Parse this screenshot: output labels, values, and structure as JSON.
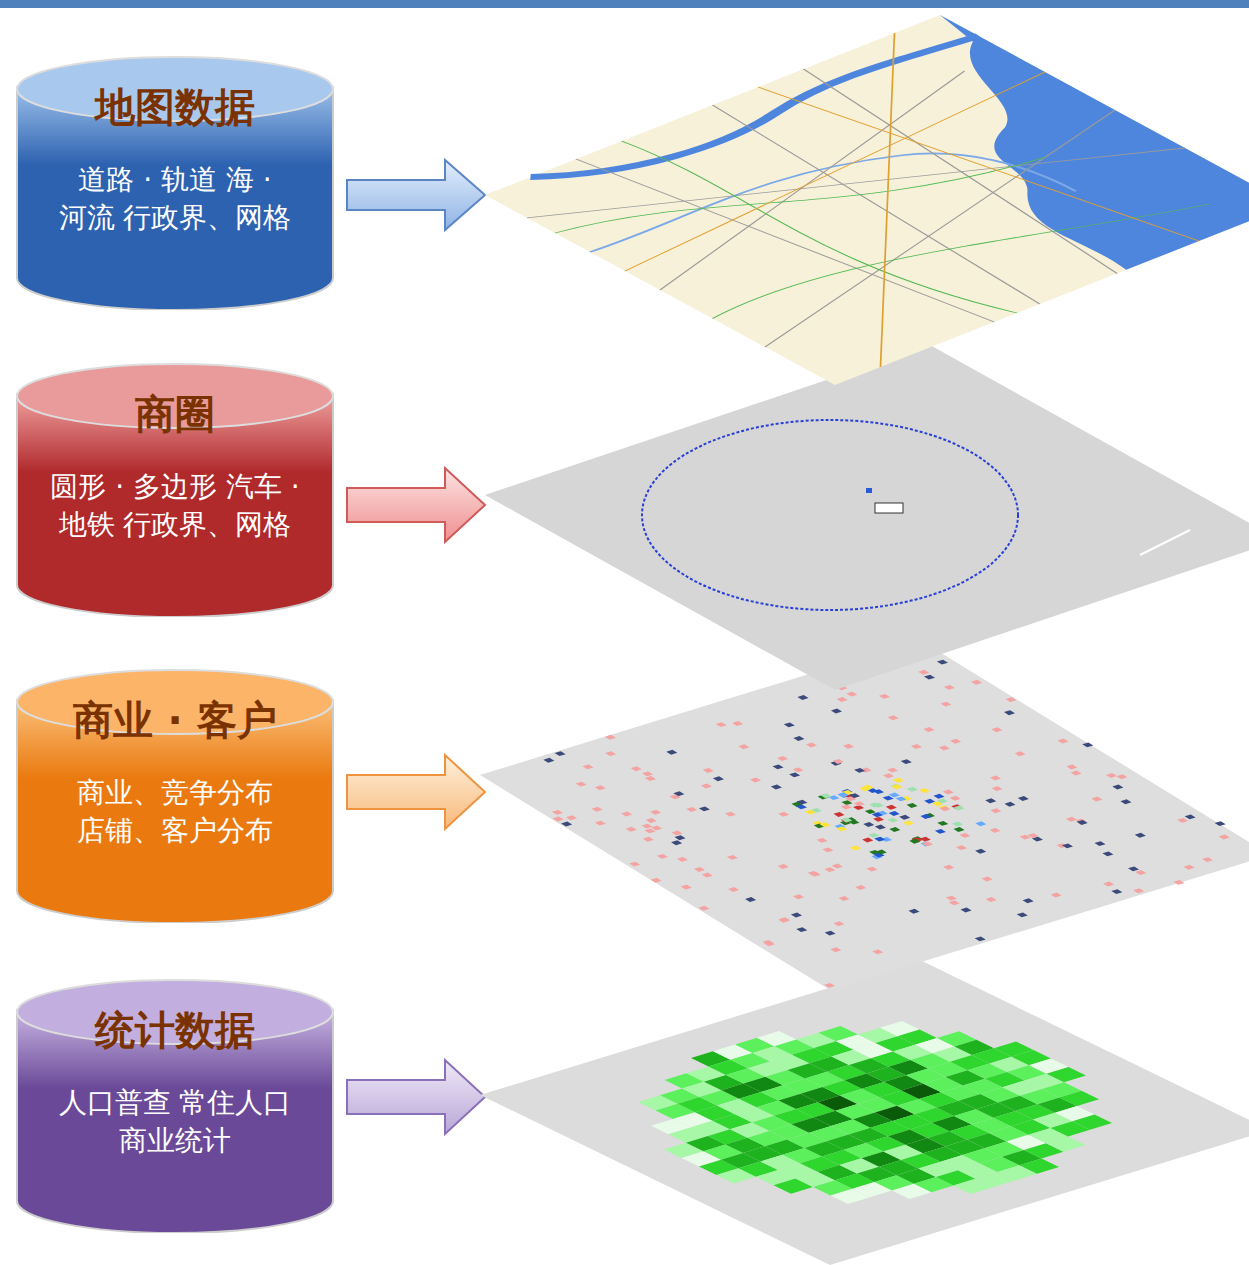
{
  "diagram": {
    "nodes": [
      {
        "text": [
          "地图数据",
          "道路 · 轨道 海 · 河流 行政界、网格"
        ]
      },
      {
        "text": [
          "商圈",
          "圆形 · 多边形 汽车 · 地铁 行政界、网格"
        ]
      },
      {
        "text": [
          "商业 · 客户",
          "商业、竞争分布 店铺、客户分布"
        ]
      },
      {
        "text": [
          "统计数据",
          "人口普查 常住人口 商业统计"
        ]
      }
    ]
  }
}
